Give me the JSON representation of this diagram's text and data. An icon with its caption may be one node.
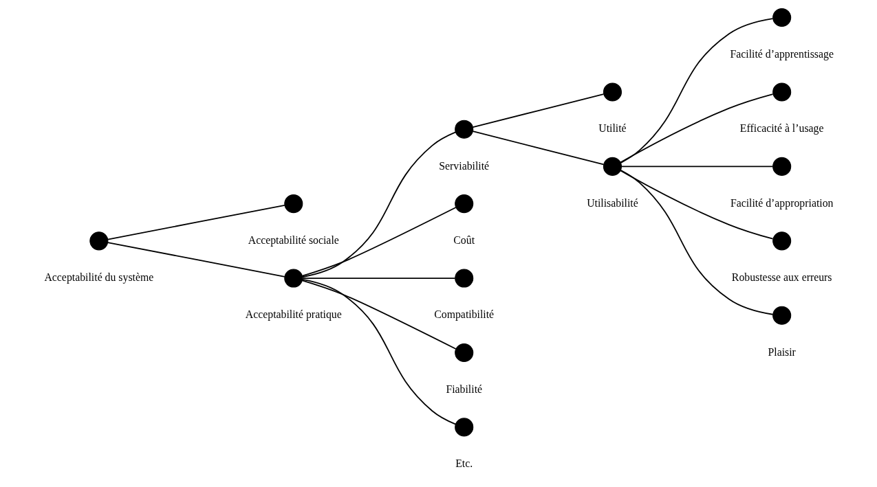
{
  "diagram": {
    "nodes": [
      {
        "text": [],
        "shape": "circle",
        "beside": [
          "Acceptabilité du système"
        ]
      },
      {
        "text": [],
        "shape": "circle",
        "beside": [
          "Acceptabilité sociale"
        ]
      },
      {
        "text": [],
        "shape": "circle",
        "beside": [
          "Acceptabilité pratique"
        ]
      },
      {
        "text": [],
        "shape": "circle",
        "beside": [
          "Serviabilité"
        ]
      },
      {
        "text": [],
        "shape": "circle",
        "beside": [
          "Utilité"
        ]
      },
      {
        "text": [],
        "shape": "circle",
        "beside": [
          "Utilisabilité"
        ]
      },
      {
        "text": [],
        "shape": "circle",
        "beside": [
          "Facilité d’apprentissage"
        ]
      },
      {
        "text": [],
        "shape": "circle",
        "beside": [
          "Efficacité à l’usage"
        ]
      },
      {
        "text": [],
        "shape": "circle",
        "beside": [
          "Facilité d’appropriation"
        ]
      },
      {
        "text": [],
        "shape": "circle",
        "beside": [
          "Robustesse aux erreurs"
        ]
      },
      {
        "text": [],
        "shape": "circle",
        "beside": [
          "Plaisir"
        ]
      },
      {
        "text": [],
        "shape": "circle",
        "beside": [
          "Coût"
        ]
      },
      {
        "text": [],
        "shape": "circle",
        "beside": [
          "Compatibilité"
        ]
      },
      {
        "text": [],
        "shape": "circle",
        "beside": [
          "Fiabilité"
        ]
      },
      {
        "text": [],
        "shape": "circle",
        "beside": [
          "Etc."
        ]
      }
    ],
    "edges": [
      {
        "from": 0,
        "to": 1,
        "arrow": "none"
      },
      {
        "from": 0,
        "to": 2,
        "arrow": "none"
      },
      {
        "from": 2,
        "to": 3,
        "arrow": "none"
      },
      {
        "from": 3,
        "to": 4,
        "arrow": "none"
      },
      {
        "from": 3,
        "to": 5,
        "arrow": "none"
      },
      {
        "from": 5,
        "to": 6,
        "arrow": "none"
      },
      {
        "from": 5,
        "to": 7,
        "arrow": "none"
      },
      {
        "from": 5,
        "to": 8,
        "arrow": "none"
      },
      {
        "from": 5,
        "to": 9,
        "arrow": "none"
      },
      {
        "from": 5,
        "to": 10,
        "arrow": "none"
      },
      {
        "from": 2,
        "to": 11,
        "arrow": "none"
      },
      {
        "from": 2,
        "to": 12,
        "arrow": "none"
      },
      {
        "from": 2,
        "to": 13,
        "arrow": "none"
      },
      {
        "from": 2,
        "to": 14,
        "arrow": "none"
      }
    ]
  }
}
